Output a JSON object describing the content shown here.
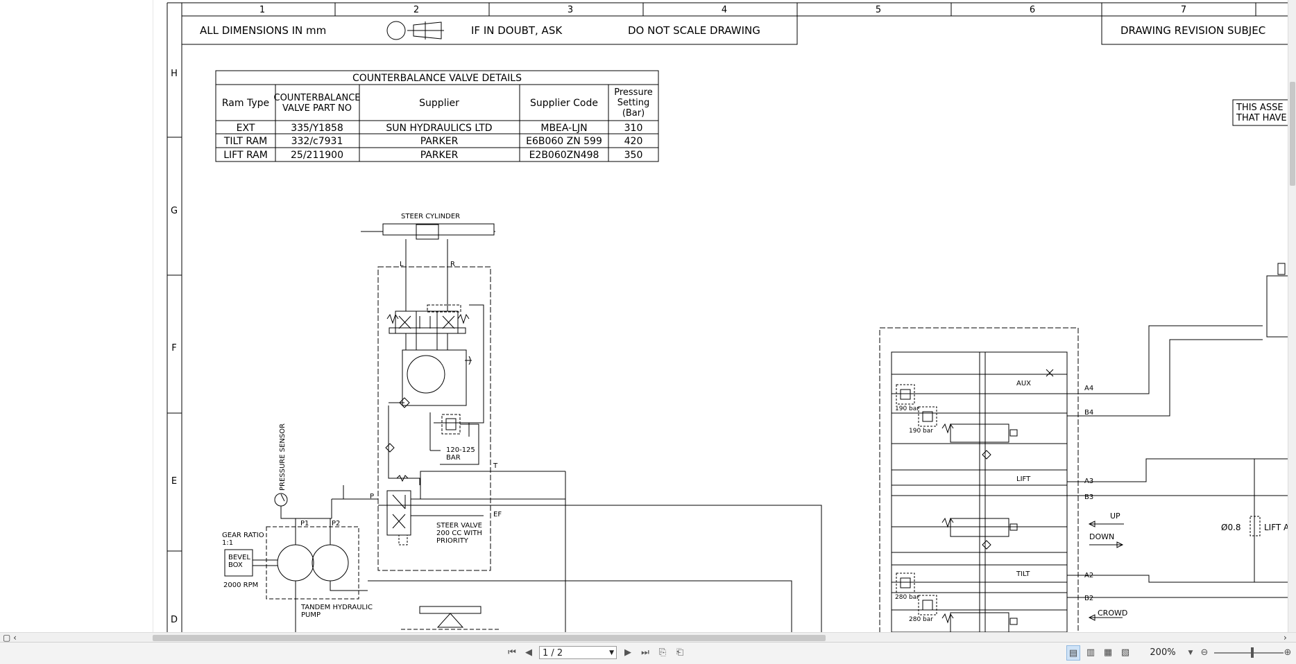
{
  "zones": [
    "1",
    "2",
    "3",
    "4",
    "5",
    "6",
    "7"
  ],
  "rows": [
    "H",
    "G",
    "F",
    "E",
    "D"
  ],
  "notes": {
    "dimensions": "ALL DIMENSIONS IN mm",
    "doubt": "IF IN DOUBT, ASK",
    "scale": "DO NOT SCALE DRAWING",
    "revision": "DRAWING REVISION SUBJEC",
    "assembly_line1": "THIS ASSE",
    "assembly_line2": "THAT HAVE"
  },
  "table": {
    "title": "COUNTERBALANCE VALVE DETAILS",
    "headers": {
      "ram": "Ram Type",
      "part1": "COUNTERBALANCE",
      "part2": "VALVE PART NO",
      "supplier": "Supplier",
      "code": "Supplier Code",
      "press1": "Pressure",
      "press2": "Setting",
      "press3": "(Bar)"
    },
    "rows": [
      {
        "ram": "EXT",
        "part": "335/Y1858",
        "supplier": "SUN HYDRAULICS LTD",
        "code": "MBEA-LJN",
        "pressure": "310"
      },
      {
        "ram": "TILT RAM",
        "part": "332/c7931",
        "supplier": "PARKER",
        "code": "E6B060 ZN 599",
        "pressure": "420"
      },
      {
        "ram": "LIFT RAM",
        "part": "25/211900",
        "supplier": "PARKER",
        "code": "E2B060ZN498",
        "pressure": "350"
      }
    ]
  },
  "labels": {
    "steer_cylinder": "STEER CYLINDER",
    "L": "L",
    "R": "R",
    "relief1": "120-125",
    "relief2": "BAR",
    "T": "T",
    "P": "P",
    "EF": "EF",
    "steer1": "STEER VALVE",
    "steer2": "200 CC WITH",
    "steer3": "PRIORITY",
    "pressure_sensor": "PRESSURE SENSOR",
    "P1": "P1",
    "P2": "P2",
    "gear1": "GEAR RATIO",
    "gear2": "1:1",
    "bevel1": "BEVEL",
    "bevel2": "BOX",
    "rpm": "2000 RPM",
    "pump1": "TANDEM HYDRAULIC",
    "pump2": "PUMP",
    "aux": "AUX",
    "lift": "LIFT",
    "tilt": "TILT",
    "A4": "A4",
    "B4": "B4",
    "A3": "A3",
    "B3": "B3",
    "A2": "A2",
    "B2": "B2",
    "bar190a": "190 bar",
    "bar190b": "190 bar",
    "bar280a": "280 bar",
    "bar280b": "280 bar",
    "up": "UP",
    "down": "DOWN",
    "crowd": "CROWD",
    "orifice": "Ø0.8",
    "lift_a": "LIFT A"
  },
  "statusbar": {
    "page": "1 / 2",
    "zoom": "200%"
  }
}
